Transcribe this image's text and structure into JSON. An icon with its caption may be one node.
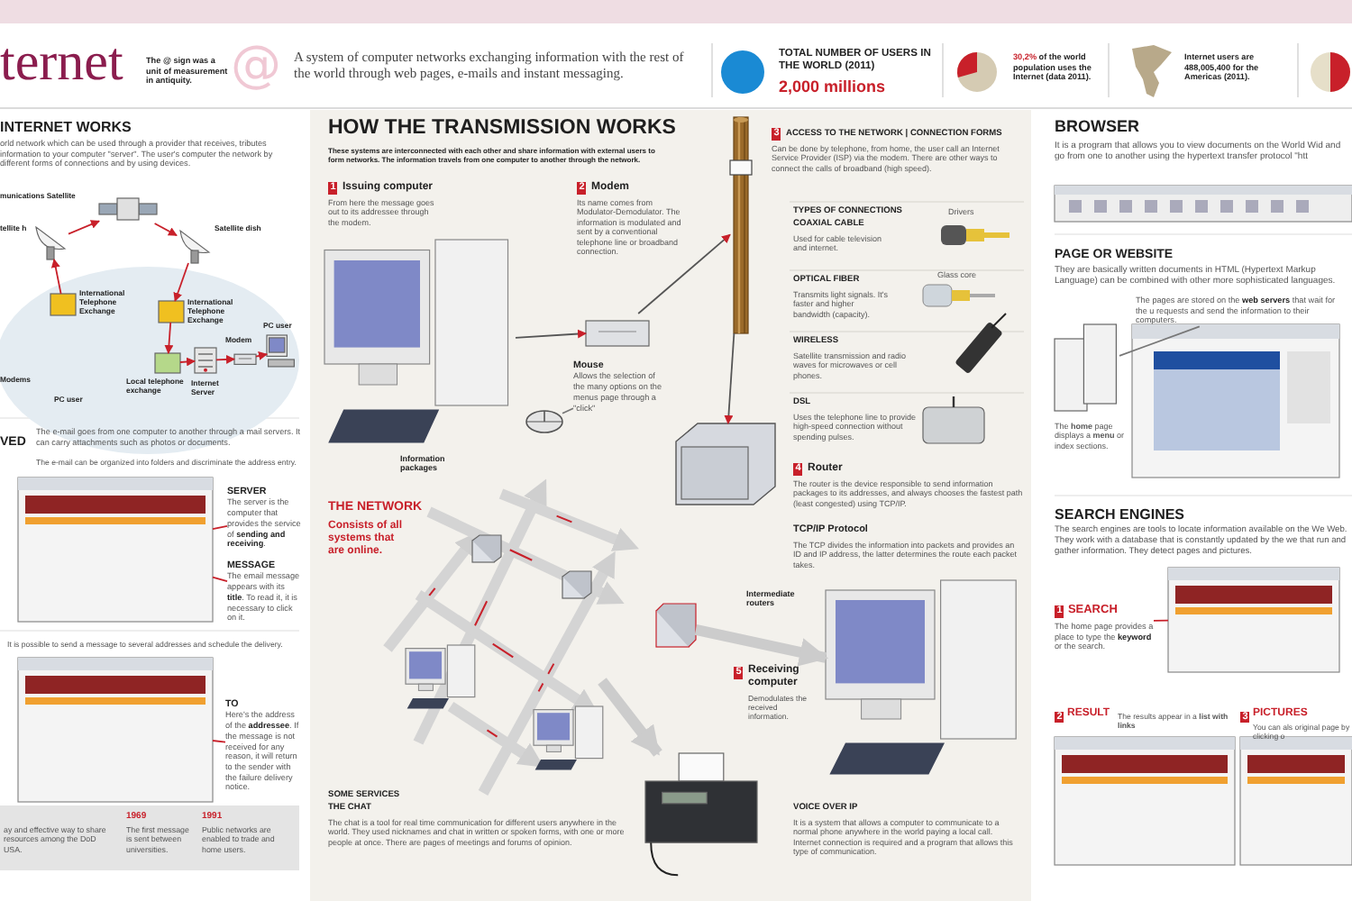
{
  "diagram": {
    "title": "ternet",
    "nodes": [
      {
        "text": [],
        "shape": "picture",
        "beside": [
          "munications Satellite"
        ]
      },
      {
        "text": [],
        "shape": "picture",
        "beside": [
          "tellite h"
        ]
      },
      {
        "text": [],
        "shape": "picture",
        "beside": [
          "Satellite dish"
        ]
      },
      {
        "text": [],
        "shape": "box",
        "beside": [
          "International Telephone Exchange"
        ]
      },
      {
        "text": [],
        "shape": "box",
        "beside": [
          "International Telephone Exchange"
        ]
      },
      {
        "text": [],
        "shape": "box",
        "beside": [
          "Local telephone exchange"
        ]
      },
      {
        "text": [],
        "shape": "picture",
        "beside": [
          "Internet Server"
        ]
      },
      {
        "text": [],
        "shape": "picture",
        "beside": [
          "Modem"
        ]
      },
      {
        "text": [],
        "shape": "picture",
        "beside": [
          "PC user"
        ]
      },
      {
        "text": [],
        "shape": "picture"
      },
      {
        "text": [],
        "shape": "picture"
      },
      {
        "text": [],
        "shape": "picture"
      },
      {
        "text": [
          "Mouse",
          "Allows the selection of the many options on the menus page through a \"click\""
        ]
      },
      {
        "text": [],
        "shape": "picture"
      },
      {
        "text": [],
        "shape": "picture"
      },
      {
        "text": [],
        "shape": "picture"
      },
      {
        "text": [],
        "shape": "picture"
      },
      {
        "text": [],
        "shape": "picture"
      },
      {
        "text": [],
        "shape": "picture"
      },
      {
        "text": [
          "SERVER",
          "The server is the computer that provides the service of **sending and receiving**."
        ]
      },
      {
        "text": [
          "MESSAGE",
          "The email message appears with its **title**. To read it, it is necessary to click on it."
        ]
      },
      {
        "text": [],
        "shape": "picture"
      },
      {
        "text": [
          "TO",
          "Here's the address of the **addressee**. If the message is not received for any reason, it will return to the sender with the failure delivery notice."
        ]
      },
      {
        "text": [],
        "shape": "picture"
      },
      {
        "text": [
          "The pages are stored on the **web servers** that wait for the u requests and send the information to their computers."
        ]
      },
      {
        "text": [],
        "shape": "picture"
      },
      {
        "text": [
          "1",
          "SEARCH",
          "The home page provides a place to type the **keyword** or the search."
        ]
      },
      {
        "text": [],
        "shape": "picture"
      },
      {
        "text": [],
        "shape": "picture"
      },
      {
        "text": [],
        "shape": "picture"
      },
      {
        "text": [],
        "shape": "picture"
      }
    ],
    "edges": [
      {
        "from": 1,
        "to": 0,
        "arrow": "to"
      },
      {
        "from": 0,
        "to": 2,
        "arrow": "to"
      },
      {
        "from": 2,
        "to": 4,
        "arrow": "to"
      },
      {
        "from": 3,
        "to": 1,
        "arrow": "to"
      },
      {
        "from": 4,
        "to": 5,
        "arrow": "to"
      },
      {
        "from": 5,
        "to": 6,
        "arrow": "to"
      },
      {
        "from": 6,
        "to": 7,
        "arrow": "to"
      },
      {
        "from": 7,
        "to": 8,
        "arrow": "to"
      },
      {
        "from": 9,
        "to": 10,
        "arrow": "to",
        "color": "#555555"
      },
      {
        "from": 10,
        "to": 13,
        "arrow": "to",
        "color": "#555555"
      },
      {
        "from": 13,
        "to": 14,
        "arrow": "to",
        "color": "#555555"
      },
      {
        "from": 15,
        "to": 16,
        "arrow": "to",
        "style": "thick",
        "color": "#cccccc"
      },
      {
        "from": null,
        "to": 17,
        "arrow": "to",
        "style": "thick",
        "color": "#cccccc"
      },
      {
        "from": 12,
        "to": 11,
        "arrow": "none",
        "color": "#777777"
      },
      {
        "from": 19,
        "to": 18,
        "arrow": "none"
      },
      {
        "from": 20,
        "to": 18,
        "arrow": "none"
      },
      {
        "from": 22,
        "to": 21,
        "arrow": "none"
      },
      {
        "from": 24,
        "to": 23,
        "arrow": "none",
        "color": "#777777"
      },
      {
        "from": 26,
        "to": 25,
        "arrow": "none"
      }
    ],
    "labels": [
      "The @ sign was a unit of measurement in antiquity.",
      "A system of computer networks exchanging information with the rest of the world through web pages, e-mails and instant messaging.",
      "TOTAL NUMBER OF USERS IN THE WORLD (2011)",
      "2,000 millions",
      "**30,2%** of the world population uses the Internet (data 2011).",
      "Internet users are 488,005,400 for the Americas (2011).",
      "INTERNET WORKS",
      "orld network which can be used through a provider that receives, tributes information to your computer \"server\". The user's computer the network by different forms of connections and by using devices.",
      "Modems",
      "PC user",
      "VED",
      "The e-mail goes from one computer to another through a mail servers. It can carry attachments such as photos or documents.",
      "The e-mail can be organized into folders and discriminate the address entry.",
      "It is possible to send a message to several addresses and schedule the delivery.",
      "ay and effective way to share resources among the DoD USA.",
      "1969",
      "The first message is sent between universities.",
      "1991",
      "Public networks are enabled to trade and home users.",
      "HOW THE TRANSMISSION WORKS",
      "These systems are interconnected with each other and share information with external users to form networks. The information travels from one computer to another through the network.",
      "1",
      "Issuing computer",
      "From here the message goes out to its addressee through the modem.",
      "2",
      "Modem",
      "Its name comes from Modulator-Demodulator. The information is modulated and sent by a conventional telephone line or broadband connection.",
      "3",
      "ACCESS TO THE NETWORK | CONNECTION FORMS",
      "Can be done by telephone, from home, the user call an Internet Service Provider (ISP) via the modem. There are other ways to connect the calls of broadband (high speed).",
      "TYPES OF CONNECTIONS",
      "COAXIAL CABLE",
      "Used for cable television and internet.",
      "Drivers",
      "OPTICAL FIBER",
      "Transmits light signals. It's faster and higher bandwidth (capacity).",
      "Glass core",
      "WIRELESS",
      "Satellite transmission and radio waves for microwaves or cell phones.",
      "DSL",
      "Uses the telephone line to provide high-speed connection without spending pulses.",
      "4",
      "Router",
      "The router is the device responsible to send information packages to its addresses, and always chooses the fastest path (least congested) using TCP/IP.",
      "TCP/IP Protocol",
      "The TCP divides the information into packets and provides an ID and IP address, the latter determines the route each packet takes.",
      "THE NETWORK",
      "Consists of all systems that are online.",
      "Information packages",
      "Intermediate routers",
      "5",
      "Receiving computer",
      "Demodulates the received information.",
      "SOME SERVICES",
      "THE CHAT",
      "The chat is a tool for real time communication for different users anywhere in the world. They used nicknames and chat in written or spoken forms, with one or more people at once. There are pages of meetings and forums of opinion.",
      "VOICE OVER IP",
      "It is a system that allows a computer to communicate to a normal phone anywhere in the world paying a local call. Internet connection is required and a program that allows this type of communication.",
      "BROWSER",
      "It is a program that allows you to view documents on the World Wid and go from one to another using the hypertext transfer protocol \"htt",
      "PAGE OR WEBSITE",
      "They are basically written documents in HTML (Hypertext Markup Language) can be combined with other more sophisticated languages.",
      "The **home** page displays a **menu** or index sections.",
      "SEARCH ENGINES",
      "The search engines are tools to locate information available on the We Web. They work with a database that is constantly updated by the we that run and gather information. They detect pages and pictures.",
      "2",
      "RESULT",
      "The results appear in a **list with links**",
      "3",
      "PICTURES",
      "You can als original page by clicking o",
      "@"
    ]
  }
}
